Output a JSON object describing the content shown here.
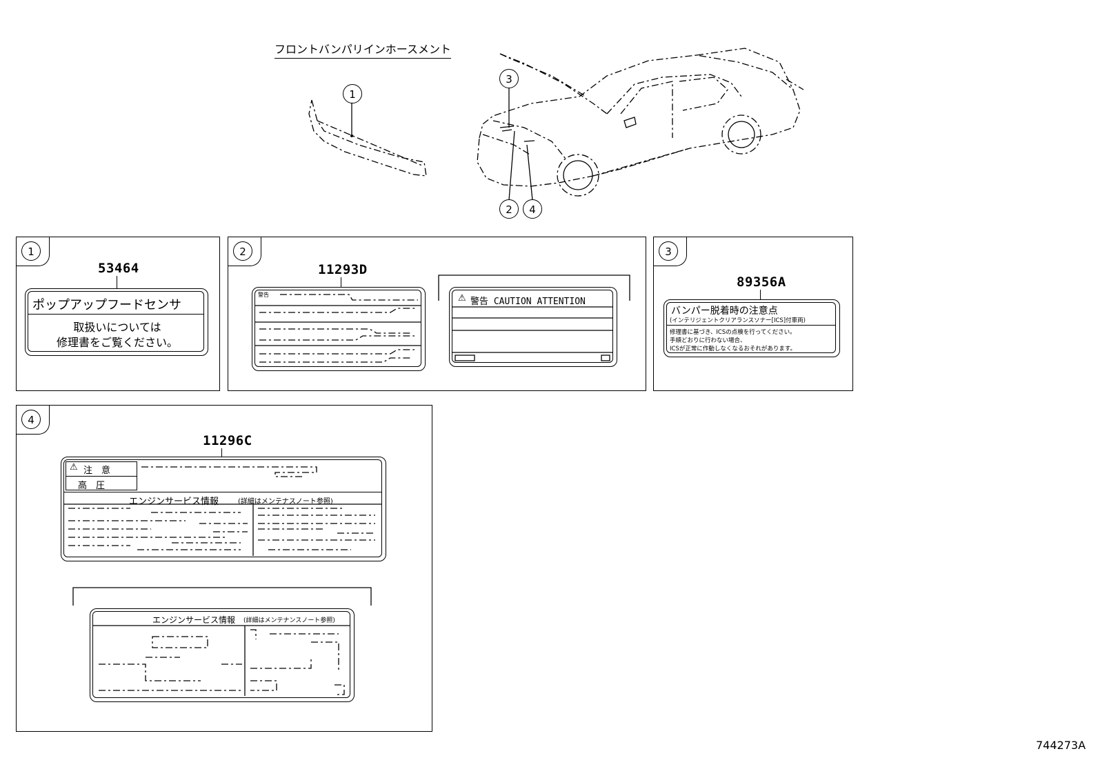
{
  "header": {
    "title": "フロントバンパリインホースメント"
  },
  "callouts": {
    "c1": "1",
    "c2": "2",
    "c3": "3",
    "c4": "4"
  },
  "panel1": {
    "badge": "1",
    "part_number": "53464",
    "label_title": "ポップアップフードセンサ",
    "label_line1": "取扱いについては",
    "label_line2": "修理書をご覧ください。"
  },
  "panel2": {
    "badge": "2",
    "part_number": "11293D",
    "label_small_title": "警告",
    "label_right_title": "警告  CAUTION  ATTENTION"
  },
  "panel3": {
    "badge": "3",
    "part_number": "89356A",
    "label_title": "バンパー脱着時の注意点",
    "label_subtitle": "(インテリジェントクリアランスソナー[ICS]付車両)",
    "label_line1": "修理書に基づき、ICSの点検を行ってください。",
    "label_line2": "手順どおりに行わない場合、",
    "label_line3": "ICSが正常に作動しなくなるおそれがあります。"
  },
  "panel4": {
    "badge": "4",
    "part_number": "11296C",
    "caution_row1": "注　意",
    "caution_row2": "高　圧",
    "section_title": "エンジンサービス情報",
    "section_note": "(詳細はメンテナスノート参照)",
    "lower_title": "エンジンサービス情報",
    "lower_note": "(詳細はメンテナンスノート参照)"
  },
  "footer": {
    "figure_code": "744273A"
  }
}
